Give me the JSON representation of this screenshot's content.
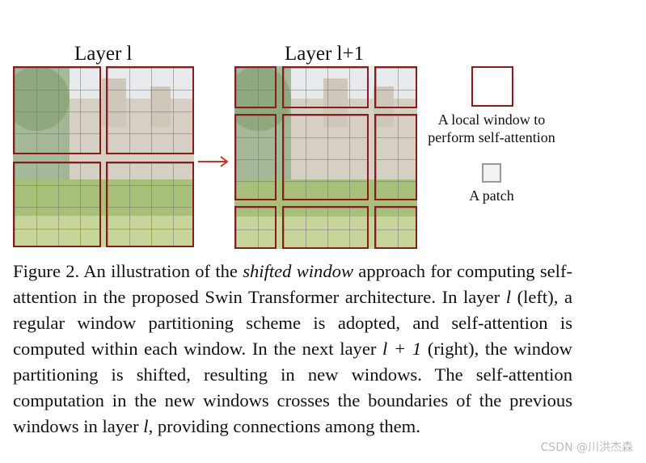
{
  "figure": {
    "left_title": "Layer l",
    "right_title": "Layer l+1",
    "legend": {
      "window_label_line1": "A local window to",
      "window_label_line2": "perform self-attention",
      "patch_label": "A patch"
    },
    "colors": {
      "window_border": "#8b1a1a",
      "arrow": "#c0392b",
      "patch_border": "#999999"
    }
  },
  "caption": {
    "prefix": "Figure 2. An illustration of the ",
    "italic_term": "shifted window",
    "part2": " approach for computing self-attention in the proposed Swin Transformer architecture.  In layer ",
    "var_l": "l",
    "part3": " (left), a regular window partitioning scheme is adopted, and self-attention is computed within each window.  In the next layer ",
    "var_l1": "l + 1",
    "part4": " (right), the window partitioning is shifted, resulting in new windows. The self-attention computation in the new windows crosses the boundaries of the previous windows in layer ",
    "var_l2": "l",
    "part5": ", providing connections among them."
  },
  "watermark": "CSDN @川洪杰森"
}
